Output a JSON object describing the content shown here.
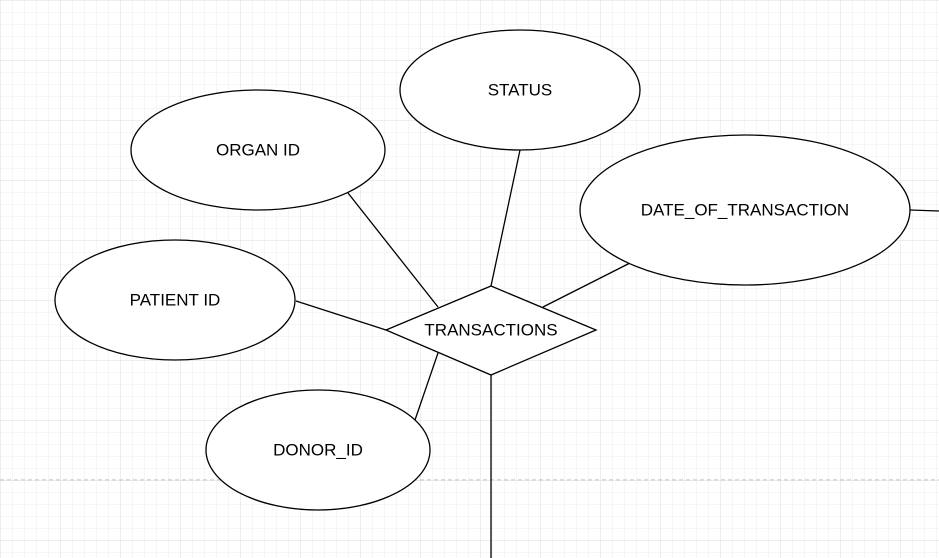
{
  "diagram": {
    "relationship": {
      "label": "TRANSACTIONS"
    },
    "attributes": {
      "status": "STATUS",
      "organ_id": "ORGAN ID",
      "date_of_transaction": "DATE_OF_TRANSACTION",
      "patient_id": "PATIENT ID",
      "donor_id": "DONOR_ID"
    }
  },
  "colors": {
    "grid_minor": "#eeeeee",
    "grid_major": "#dcdcdc",
    "stroke": "#000000",
    "fill": "#ffffff"
  }
}
